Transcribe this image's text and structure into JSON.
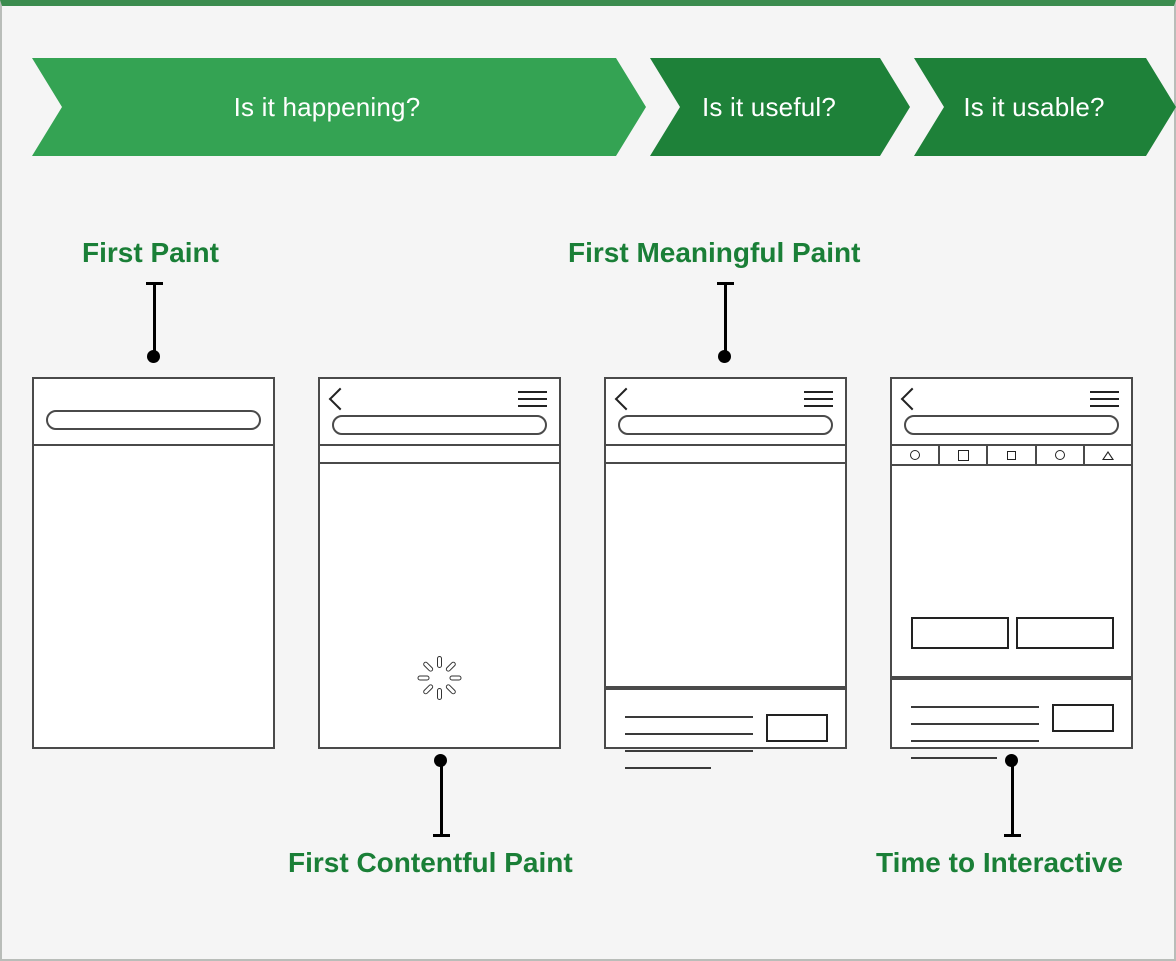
{
  "page": {
    "background_color": "#f5f5f5",
    "top_border_color": "#3c8c4f",
    "border_color": "#b9bdb9"
  },
  "banner": {
    "stages": [
      {
        "label": "Is it happening?",
        "color": "#34a353"
      },
      {
        "label": "Is it useful?",
        "color": "#1e8139"
      },
      {
        "label": "Is it usable?",
        "color": "#1e8139"
      }
    ]
  },
  "metrics": {
    "accent_color": "#1a7f37",
    "items": [
      {
        "key": "fp",
        "label": "First Paint",
        "position": "above",
        "phone": 1
      },
      {
        "key": "fcp",
        "label": "First Contentful Paint",
        "position": "below",
        "phone": 2
      },
      {
        "key": "fmp",
        "label": "First Meaningful Paint",
        "position": "above",
        "phone": 3
      },
      {
        "key": "tti",
        "label": "Time to Interactive",
        "position": "below",
        "phone": 4
      }
    ]
  },
  "phones": [
    {
      "id": "phone1",
      "name": "first-paint-mockup",
      "has_back_icon": false,
      "has_hamburger": false,
      "has_urlbar": true,
      "has_thin_strip": false,
      "has_tabbar": false,
      "has_spinner": false,
      "has_content_block": false
    },
    {
      "id": "phone2",
      "name": "first-contentful-paint-mockup",
      "has_back_icon": true,
      "has_hamburger": true,
      "has_urlbar": true,
      "has_thin_strip": true,
      "has_tabbar": false,
      "has_spinner": true,
      "has_content_block": false
    },
    {
      "id": "phone3",
      "name": "first-meaningful-paint-mockup",
      "has_back_icon": true,
      "has_hamburger": true,
      "has_urlbar": true,
      "has_thin_strip": true,
      "has_tabbar": false,
      "has_spinner": false,
      "has_content_block": true,
      "content": {
        "text_lines": 4,
        "boxes": 1,
        "buttons": 0
      }
    },
    {
      "id": "phone4",
      "name": "time-to-interactive-mockup",
      "has_back_icon": true,
      "has_hamburger": true,
      "has_urlbar": true,
      "has_thin_strip": false,
      "has_tabbar": true,
      "has_spinner": false,
      "has_content_block": true,
      "tabbar_shapes": [
        "circle",
        "square",
        "square-small",
        "circle",
        "triangle"
      ],
      "content": {
        "text_lines": 4,
        "boxes": 1,
        "buttons": 2
      }
    }
  ],
  "connectors": {
    "line_color": "#000000",
    "items": [
      {
        "key": "fp",
        "direction": "down"
      },
      {
        "key": "fmp",
        "direction": "down"
      },
      {
        "key": "fcp",
        "direction": "up"
      },
      {
        "key": "tti",
        "direction": "up"
      }
    ]
  }
}
